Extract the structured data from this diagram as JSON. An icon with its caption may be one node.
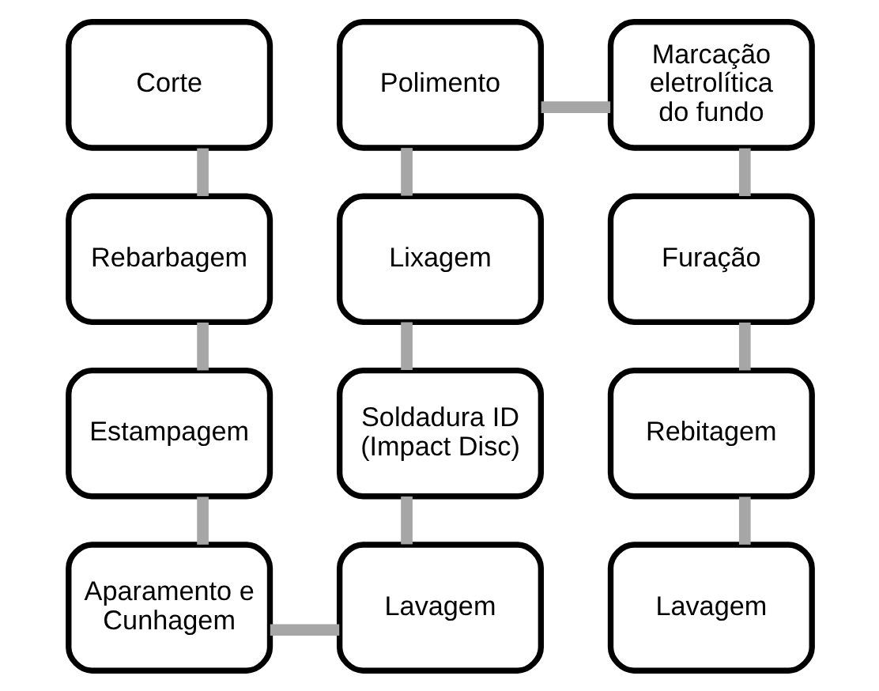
{
  "diagram": {
    "nodes": [
      {
        "text": [
          "Corte"
        ]
      },
      {
        "text": [
          "Rebarbagem"
        ]
      },
      {
        "text": [
          "Estampagem"
        ]
      },
      {
        "text": [
          "Aparamento e Cunhagem"
        ]
      },
      {
        "text": [
          "Lavagem"
        ]
      },
      {
        "text": [
          "Soldadura ID (Impact Disc)"
        ]
      },
      {
        "text": [
          "Lixagem"
        ]
      },
      {
        "text": [
          "Polimento"
        ]
      },
      {
        "text": [
          "Marcação eletrolítica do fundo"
        ]
      },
      {
        "text": [
          "Furação"
        ]
      },
      {
        "text": [
          "Rebitagem"
        ]
      },
      {
        "text": [
          "Lavagem"
        ]
      }
    ],
    "edges": [
      {
        "from": 0,
        "to": 1,
        "arrow": "none"
      },
      {
        "from": 1,
        "to": 2,
        "arrow": "none"
      },
      {
        "from": 2,
        "to": 3,
        "arrow": "none"
      },
      {
        "from": 3,
        "to": 4,
        "arrow": "none"
      },
      {
        "from": 4,
        "to": 5,
        "arrow": "none"
      },
      {
        "from": 5,
        "to": 6,
        "arrow": "none"
      },
      {
        "from": 6,
        "to": 7,
        "arrow": "none"
      },
      {
        "from": 7,
        "to": 8,
        "arrow": "none"
      },
      {
        "from": 8,
        "to": 9,
        "arrow": "none"
      },
      {
        "from": 9,
        "to": 10,
        "arrow": "none"
      },
      {
        "from": 10,
        "to": 11,
        "arrow": "none"
      }
    ]
  }
}
